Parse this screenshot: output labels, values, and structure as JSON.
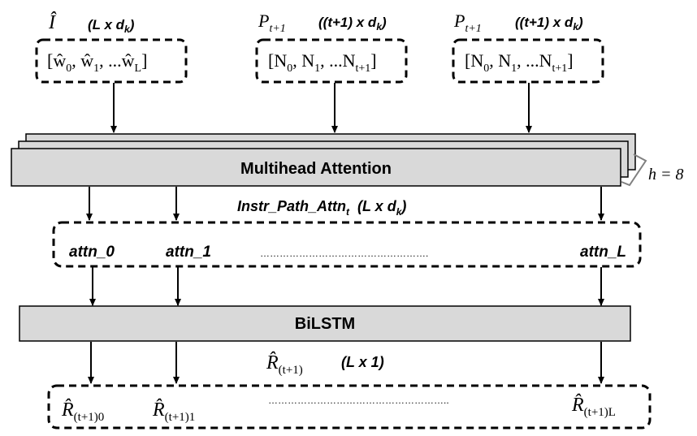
{
  "colors": {
    "block_fill": "#d9d9d9",
    "stroke": "#000000",
    "shadow_stroke": "#808080"
  },
  "inputs": {
    "instruction": {
      "symbol": "Î",
      "dims": "(L x d",
      "dims_sub": "k",
      "dims_close": ")",
      "vector_start": "[ŵ",
      "sub0": "0",
      "mid1": ", ŵ",
      "sub1": "1",
      "mid2": ", ...ŵ",
      "subL": "L",
      "vector_end": "]"
    },
    "path_a": {
      "symbol": "P",
      "symbol_sub": "t+1",
      "dims": "((t+1) x d",
      "dims_sub": "k",
      "dims_close": ")",
      "vector_start": "[N",
      "sub0": "0",
      "mid1": ", N",
      "sub1": "1",
      "mid2": ", ...N",
      "subN": "t+1",
      "vector_end": "]"
    },
    "path_b": {
      "symbol": "P",
      "symbol_sub": "t+1",
      "dims": "((t+1) x d",
      "dims_sub": "k",
      "dims_close": ")",
      "vector_start": "[N",
      "sub0": "0",
      "mid1": ", N",
      "sub1": "1",
      "mid2": ", ...N",
      "subN": "t+1",
      "vector_end": "]"
    }
  },
  "attention": {
    "label": "Multihead Attention",
    "heads_label": "h = 8"
  },
  "attn_output": {
    "name": "Instr_Path_Attn",
    "name_sub": "t",
    "dims": "(L x d",
    "dims_sub": "k",
    "dims_close": ")",
    "items": [
      "attn_0",
      "attn_1",
      "attn_L"
    ],
    "ellipsis": "……………………………………………."
  },
  "bilstm": {
    "label": "BiLSTM"
  },
  "result": {
    "symbol": "R̂",
    "symbol_sub": "(t+1)",
    "dims": "(L x 1)",
    "item0_sub": "(t+1)0",
    "item1_sub": "(t+1)1",
    "itemL_sub": "(t+1)L",
    "ellipsis": "……………………………………………….."
  }
}
